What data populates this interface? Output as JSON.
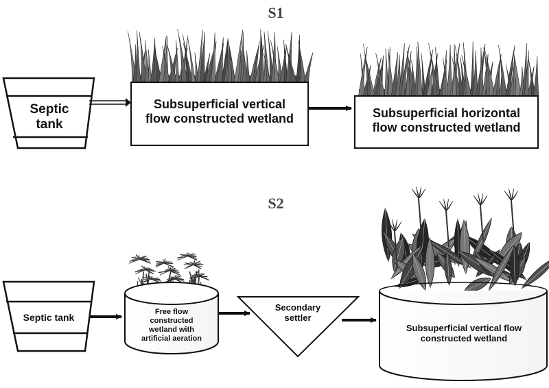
{
  "s1": {
    "title": "S1",
    "septic_tank": "Septic\ntank",
    "vertical_wetland": "Subsuperficial vertical\nflow constructed wetland",
    "horizontal_wetland": "Subsuperficial horizontal\nflow constructed wetland"
  },
  "s2": {
    "title": "S2",
    "septic_tank": "Septic tank",
    "free_flow_wetland": "Free flow\nconstructed\nwetland with\nartificial aeration",
    "secondary_settler": "Secondary\nsettler",
    "vertical_wetland": "Subsuperficial vertical flow\nconstructed wetland"
  }
}
